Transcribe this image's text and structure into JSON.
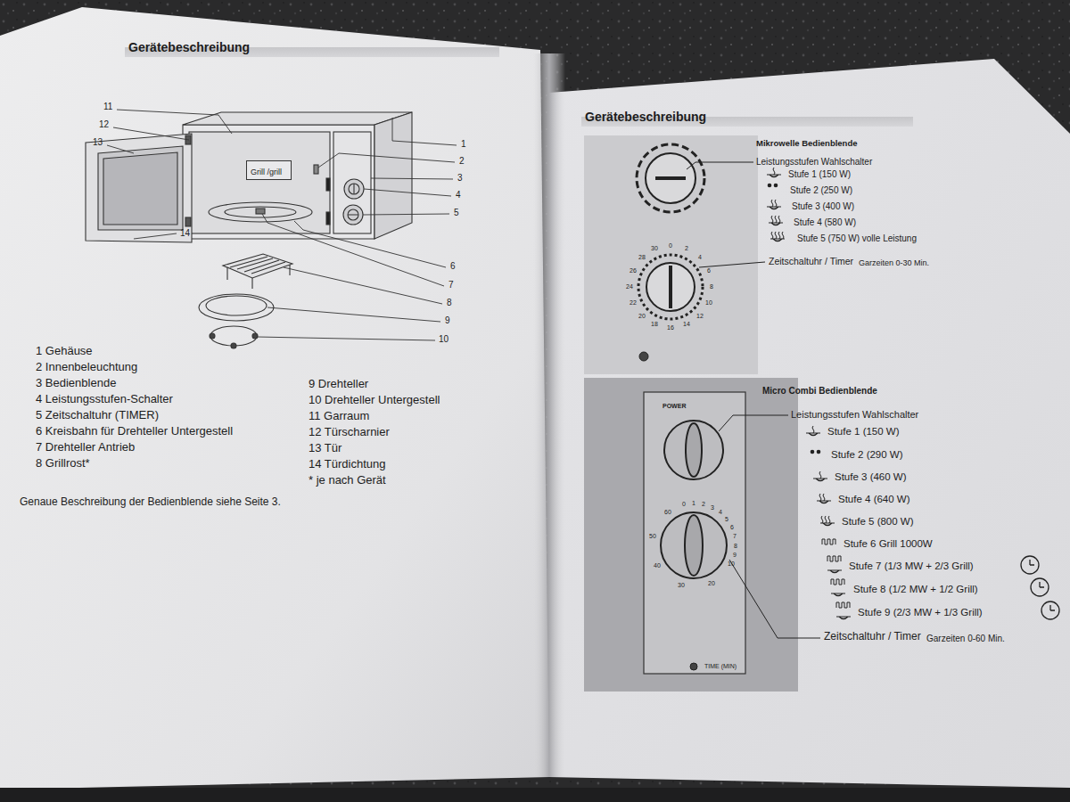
{
  "diagram": {
    "nodes": [
      {
        "text": [
          "Gerätebeschreibung"
        ]
      },
      {
        "text": [
          "Grill /grill"
        ]
      },
      {
        "text": [
          "Gerätebeschreibung"
        ]
      }
    ],
    "labels": [
      "11",
      "12",
      "13",
      "14",
      "1",
      "2",
      "3",
      "4",
      "5",
      "6",
      "7",
      "8",
      "9",
      "10",
      "1 Gehäuse",
      "2 Innenbeleuchtung",
      "3 Bedienblende",
      "4 Leistungsstufen-Schalter",
      "5 Zeitschaltuhr (TIMER)",
      "6 Kreisbahn für Drehteller Untergestell",
      "7 Drehteller Antrieb",
      "8 Grillrost*",
      "9 Drehteller",
      "10 Drehteller Untergestell",
      "11 Garraum",
      "12 Türscharnier",
      "13 Tür",
      "14 Türdichtung",
      "* je nach Gerät",
      "Genaue Beschreibung der Bedienblende siehe Seite 3.",
      "Mikrowelle Bedienblende",
      "Leistungsstufen Wahlschalter",
      "Stufe 1 (150 W)",
      "Stufe 2 (250 W)",
      "Stufe 3 (400 W)",
      "Stufe 4 (580 W)",
      "Stufe 5 (750 W) volle Leistung",
      "Zeitschaltuhr / Timer",
      "Garzeiten 0-30 Min.",
      "Micro Combi Bedienblende",
      "Leistungsstufen Wahlschalter",
      "Stufe 1 (150 W)",
      "Stufe 2 (290 W)",
      "Stufe 3 (460 W)",
      "Stufe 4 (640 W)",
      "Stufe 5 (800 W)",
      "Stufe 6 Grill 1000W",
      "Stufe 7 (1/3 MW + 2/3 Grill)",
      "Stufe 8 (1/2 MW + 1/2 Grill)",
      "Stufe 9 (2/3 MW + 1/3 Grill)",
      "Zeitschaltuhr / Timer",
      "Garzeiten 0-60 Min.",
      "POWER",
      "TIME (MIN)",
      "0",
      "1",
      "2",
      "3",
      "4",
      "5",
      "6",
      "7",
      "8",
      "9",
      "10",
      "20",
      "30",
      "40",
      "50",
      "60",
      "0",
      "2",
      "4",
      "6",
      "8",
      "10",
      "12",
      "14",
      "16",
      "18",
      "20",
      "22",
      "24",
      "26",
      "28",
      "30"
    ]
  }
}
